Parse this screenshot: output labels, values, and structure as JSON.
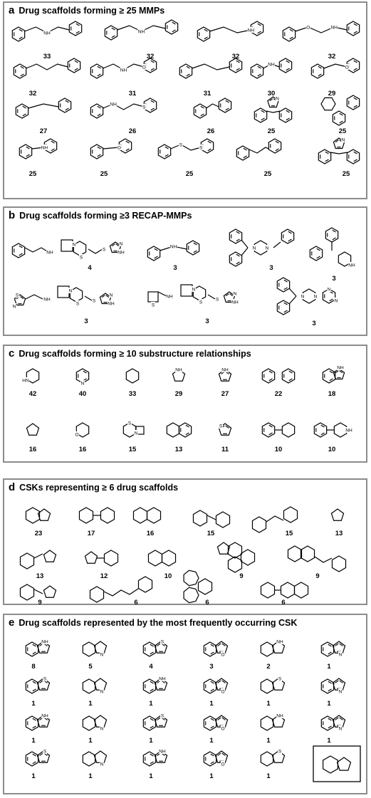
{
  "panels": [
    {
      "label": "a",
      "title": "Drug scaffolds forming ≥ 25 MMPs",
      "items": [
        {
          "value": "33"
        },
        {
          "value": "32"
        },
        {
          "value": "32"
        },
        {
          "value": "32"
        },
        {
          "value": "32"
        },
        {
          "value": "31"
        },
        {
          "value": "31"
        },
        {
          "value": "30"
        },
        {
          "value": "29"
        },
        {
          "value": "27"
        },
        {
          "value": "26"
        },
        {
          "value": "26"
        },
        {
          "value": "25"
        },
        {
          "value": "25"
        },
        {
          "value": "25"
        },
        {
          "value": "25"
        },
        {
          "value": "25"
        },
        {
          "value": "25"
        },
        {
          "value": "25"
        }
      ]
    },
    {
      "label": "b",
      "title": "Drug scaffolds forming  ≥3 RECAP-MMPs",
      "items": [
        {
          "value": "4"
        },
        {
          "value": "3"
        },
        {
          "value": "3"
        },
        {
          "value": "3"
        },
        {
          "value": "3"
        },
        {
          "value": "3"
        },
        {
          "value": "3"
        }
      ]
    },
    {
      "label": "c",
      "title": "Drug scaffolds forming ≥ 10 substructure relationships",
      "items": [
        {
          "value": "42"
        },
        {
          "value": "40"
        },
        {
          "value": "33"
        },
        {
          "value": "29"
        },
        {
          "value": "27"
        },
        {
          "value": "22"
        },
        {
          "value": "18"
        },
        {
          "value": "16"
        },
        {
          "value": "16"
        },
        {
          "value": "15"
        },
        {
          "value": "13"
        },
        {
          "value": "11"
        },
        {
          "value": "10"
        },
        {
          "value": "10"
        }
      ]
    },
    {
      "label": "d",
      "title": "CSKs representing ≥ 6 drug scaffolds",
      "items": [
        {
          "value": "23"
        },
        {
          "value": "17"
        },
        {
          "value": "16"
        },
        {
          "value": "15"
        },
        {
          "value": "15"
        },
        {
          "value": "13"
        },
        {
          "value": "13"
        },
        {
          "value": "12"
        },
        {
          "value": "10"
        },
        {
          "value": "9"
        },
        {
          "value": "9"
        },
        {
          "value": "9"
        },
        {
          "value": "6"
        },
        {
          "value": "6"
        },
        {
          "value": "6"
        }
      ]
    },
    {
      "label": "e",
      "title": "Drug scaffolds represented by the most frequently occurring CSK",
      "items": [
        {
          "value": "8"
        },
        {
          "value": "5"
        },
        {
          "value": "4"
        },
        {
          "value": "3"
        },
        {
          "value": "2"
        },
        {
          "value": "1"
        },
        {
          "value": "1"
        },
        {
          "value": "1"
        },
        {
          "value": "1"
        },
        {
          "value": "1"
        },
        {
          "value": "1"
        },
        {
          "value": "1"
        },
        {
          "value": "1"
        },
        {
          "value": "1"
        },
        {
          "value": "1"
        },
        {
          "value": "1"
        },
        {
          "value": "1"
        },
        {
          "value": "1"
        },
        {
          "value": "1"
        },
        {
          "value": "1"
        },
        {
          "value": "1"
        },
        {
          "value": "1"
        },
        {
          "value": "1"
        }
      ]
    }
  ],
  "atoms": {
    "N": "N",
    "H": "H",
    "NH": "NH",
    "HN": "HN",
    "O": "O",
    "S": "S"
  }
}
